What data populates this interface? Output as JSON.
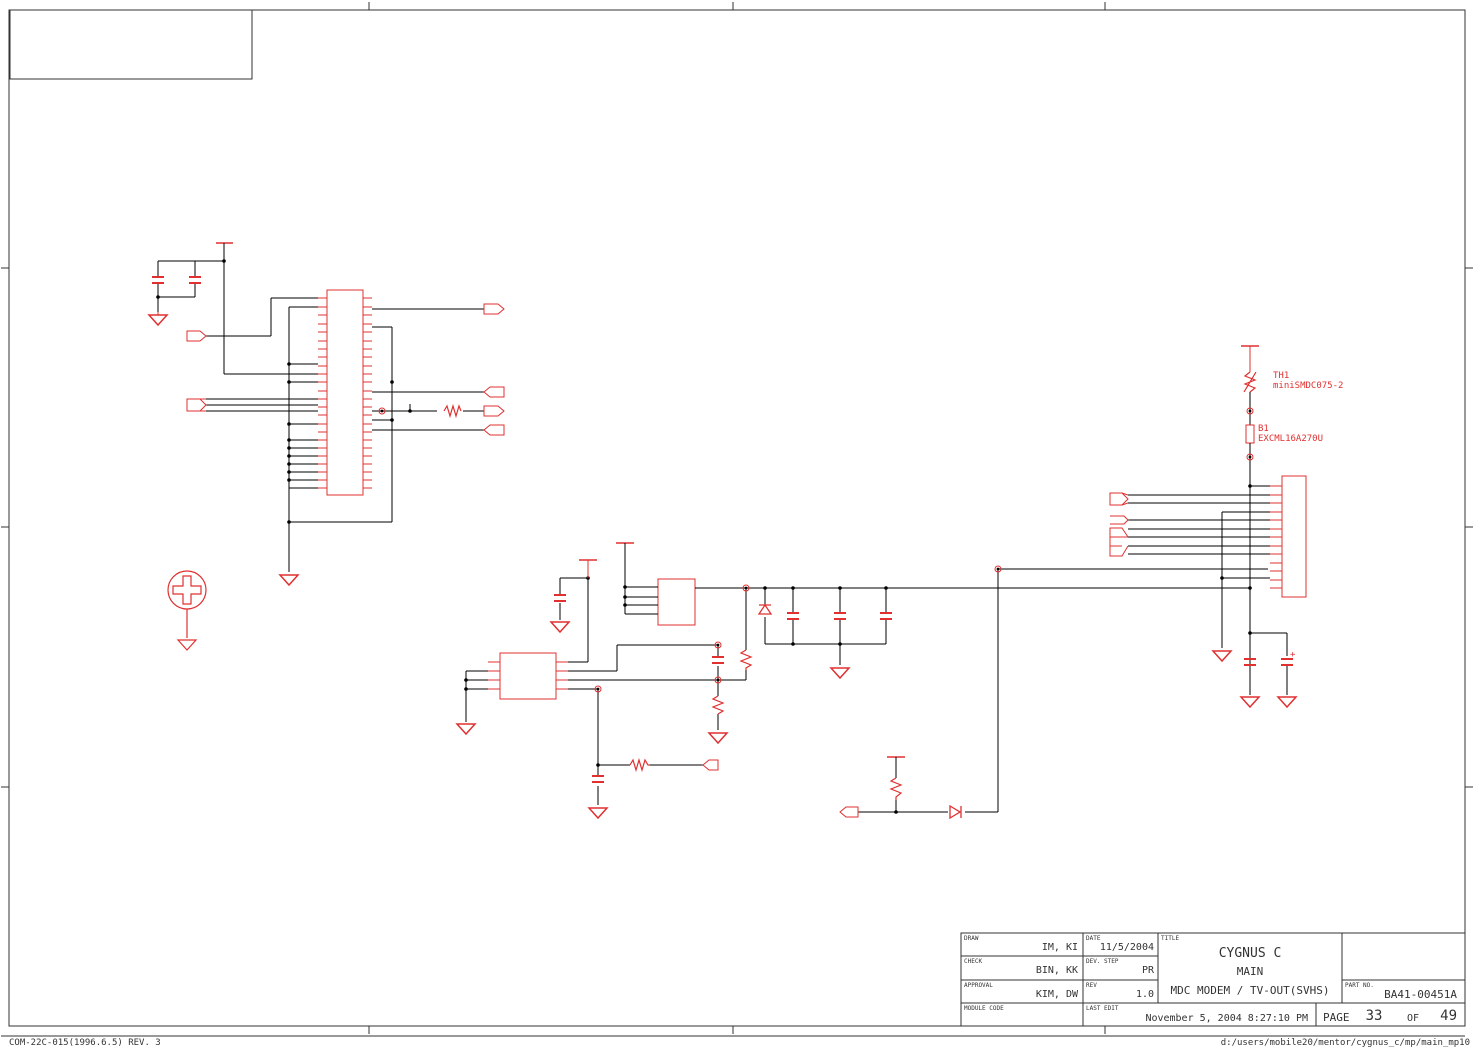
{
  "colors": {
    "wire": "#000000",
    "component": "#e03030",
    "border": "#333333"
  },
  "components": {
    "th1": {
      "ref": "TH1",
      "value": "miniSMDC075-2"
    },
    "b1": {
      "ref": "B1",
      "value": "EXCML16A270U"
    }
  },
  "title_block": {
    "draw_label": "DRAW",
    "draw_value": "IM, KI",
    "check_label": "CHECK",
    "check_value": "BIN, KK",
    "approval_label": "APPROVAL",
    "approval_value": "KIM, DW",
    "module_code_label": "MODULE CODE",
    "date_label": "DATE",
    "date_value": "11/5/2004",
    "dev_step_label": "DEV. STEP",
    "dev_step_value": "PR",
    "rev_label": "REV",
    "rev_value": "1.0",
    "last_edit_label": "LAST EDIT",
    "last_edit_value": "November 5, 2004  8:27:10 PM",
    "title_label": "TITLE",
    "title_line1": "CYGNUS C",
    "title_line2": "MAIN",
    "title_line3": "MDC MODEM / TV-OUT(SVHS)",
    "part_no_label": "PART NO.",
    "part_no_value": "BA41-00451A",
    "page_label": "PAGE",
    "page_number": "33",
    "of_label": "OF",
    "page_total": "49"
  },
  "footer": {
    "form_id": "COM-22C-015(1996.6.5) REV. 3",
    "file_path": "d:/users/mobile20/mentor/cygnus_c/mp/main_mp10"
  }
}
